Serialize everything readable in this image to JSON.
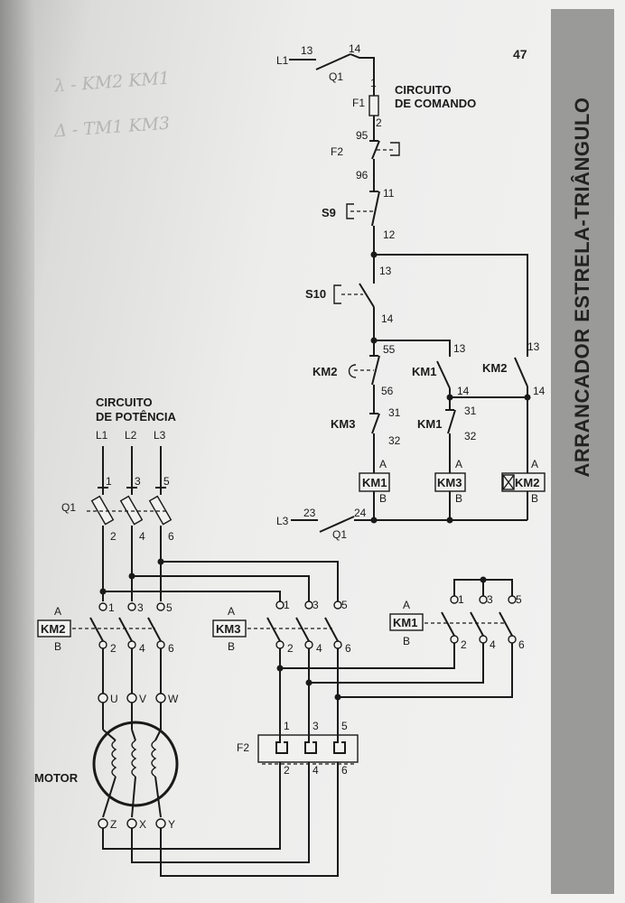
{
  "page_number": "47",
  "sidebar_title": "ARRANCADOR ESTRELA-TRIÂNGULO",
  "pencil_notes": [
    "λ - KM2 KM1",
    "Δ - TM1 KM3"
  ],
  "control": {
    "title_line1": "CIRCUITO",
    "title_line2": "DE COMANDO",
    "L1": "L1",
    "L3": "L3",
    "Q1": "Q1",
    "F1": "F1",
    "F2": "F2",
    "S9": "S9",
    "S10": "S10",
    "KM1": "KM1",
    "KM2": "KM2",
    "KM3": "KM3",
    "A": "A",
    "B": "B",
    "n13": "13",
    "n14": "14",
    "n1": "1",
    "n2": "2",
    "n95": "95",
    "n96": "96",
    "n11": "11",
    "n12": "12",
    "n55": "55",
    "n56": "56",
    "n31": "31",
    "n32": "32",
    "n23": "23",
    "n24": "24"
  },
  "power": {
    "title_line1": "CIRCUITO",
    "title_line2": "DE POTÊNCIA",
    "phases": [
      "L1",
      "L2",
      "L3"
    ],
    "Q1": "Q1",
    "top_terminals": [
      "1",
      "3",
      "5"
    ],
    "bottom_terminals": [
      "2",
      "4",
      "6"
    ],
    "motor_terminals_top": [
      "U",
      "V",
      "W"
    ],
    "motor_terminals_bottom": [
      "Z",
      "X",
      "Y"
    ],
    "motor_label": "MOTOR",
    "KM1": "KM1",
    "KM2": "KM2",
    "KM3": "KM3",
    "F2": "F2",
    "A": "A",
    "B": "B"
  }
}
